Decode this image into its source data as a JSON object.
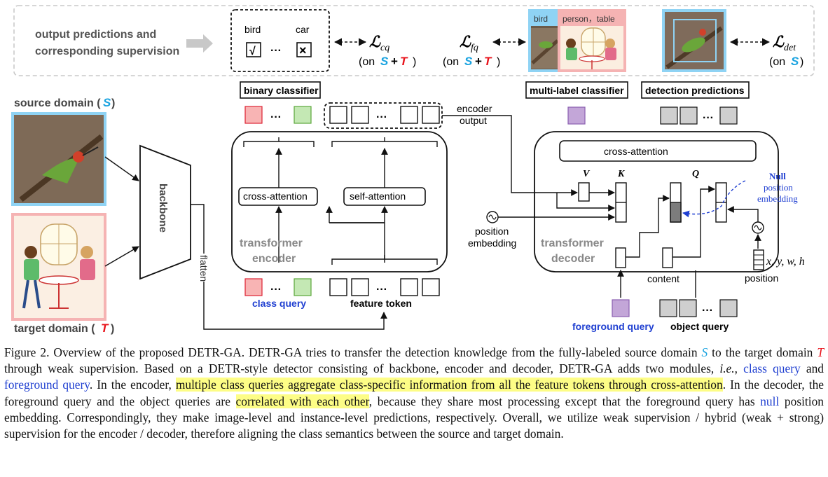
{
  "top": {
    "supervision_label_1": "output predictions and",
    "supervision_label_2": "corresponding supervision",
    "cls_bird": "bird",
    "cls_car": "car",
    "check_mark": "√",
    "cross_mark": "×",
    "dots": "···",
    "loss_cq": "ℒ",
    "loss_cq_sub": "cq",
    "loss_cq_on": "(on",
    "loss_fq": "ℒ",
    "loss_fq_sub": "fq",
    "loss_det": "ℒ",
    "loss_det_sub": "det",
    "plus": "+",
    "close_paren": ")",
    "dom_s": "S",
    "dom_t": "T",
    "tag_bird": "bird",
    "tag_person_table": "person，table"
  },
  "heads": {
    "binary": "binary classifier",
    "multilabel": "multi-label classifier",
    "detection": "detection predictions"
  },
  "left": {
    "source_label": "source domain (",
    "source_close": ")",
    "target_label": "target domain (",
    "target_close": ")",
    "backbone": "backbone",
    "flatten": "flatten"
  },
  "encoder": {
    "title_1": "transformer",
    "title_2": "encoder",
    "cross": "cross-attention",
    "self": "self-attention",
    "encoder_output_1": "encoder",
    "encoder_output_2": "output",
    "class_query": "class query",
    "feature_token": "feature token"
  },
  "decoder": {
    "title_1": "transformer",
    "title_2": "decoder",
    "cross": "cross-attention",
    "V": "V",
    "K": "K",
    "Q": "Q",
    "null_1": "Null",
    "null_2": "position",
    "null_3": "embedding",
    "pos_emb_1": "position",
    "pos_emb_2": "embedding",
    "content": "content",
    "position": "position",
    "xywh": "x, y, w, h",
    "foreground_query": "foreground query",
    "object_query": "object query"
  },
  "caption": {
    "p1": "Figure 2. Overview of the proposed DETR-GA. DETR-GA tries to transfer the detection knowledge from the fully-labeled source domain ",
    "s": "S",
    "p2": " to the target domain ",
    "t": "T",
    "p3": " through weak supervision. Based on a DETR-style detector consisting of backbone, encoder and decoder, DETR-GA adds two modules, ",
    "ie": "i.e.",
    "p4": ", ",
    "class_query": "class query",
    "p5": " and ",
    "foreground_query": "foreground query",
    "p6": ". In the encoder, ",
    "hl1": "multiple class queries aggregate class-specific information from all the feature tokens through cross-attention",
    "p7": ". In the decoder, the foreground query and the object queries are ",
    "hl2": "correlated with each other",
    "p8": ", because they share most processing except that the foreground query has ",
    "null": "null",
    "p9": " position embedding. Correspondingly, they make image-level and instance-level predictions, respectively. Overall, we utilize weak supervision / hybrid (weak + strong) supervision for the encoder / decoder, therefore aligning the class semantics between the source and target domain."
  },
  "colors": {
    "source_blue": "#1aa3e0",
    "target_red": "#e8131b",
    "query_blue": "#1f3fd1",
    "red_query": "#f8b4b4",
    "green_query": "#c4e8b4",
    "purple_query": "#c3a6d8",
    "gray_query": "#cfcfcf",
    "highlight": "#fdfd86"
  }
}
